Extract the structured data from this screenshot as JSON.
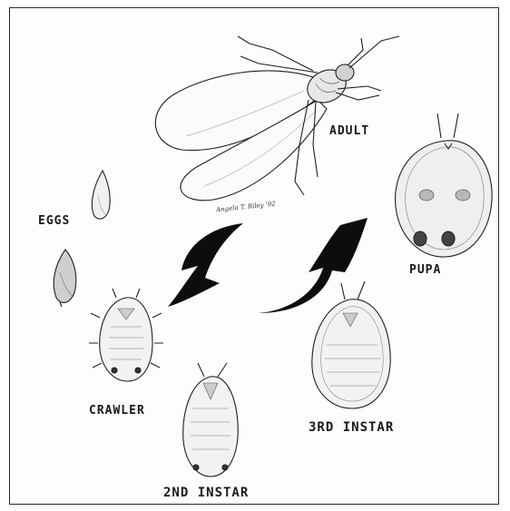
{
  "labels": {
    "adult": "ADULT",
    "eggs": "EGGS",
    "pupa": "PUPA",
    "crawler": "CRAWLER",
    "second_instar": "2ND INSTAR",
    "third_instar": "3RD INSTAR"
  },
  "signature": "Angela T. Riley '92",
  "colors": {
    "ink": "#1a1a1a",
    "paper": "#fdfdfd",
    "arrow": "#0d0d0d"
  }
}
